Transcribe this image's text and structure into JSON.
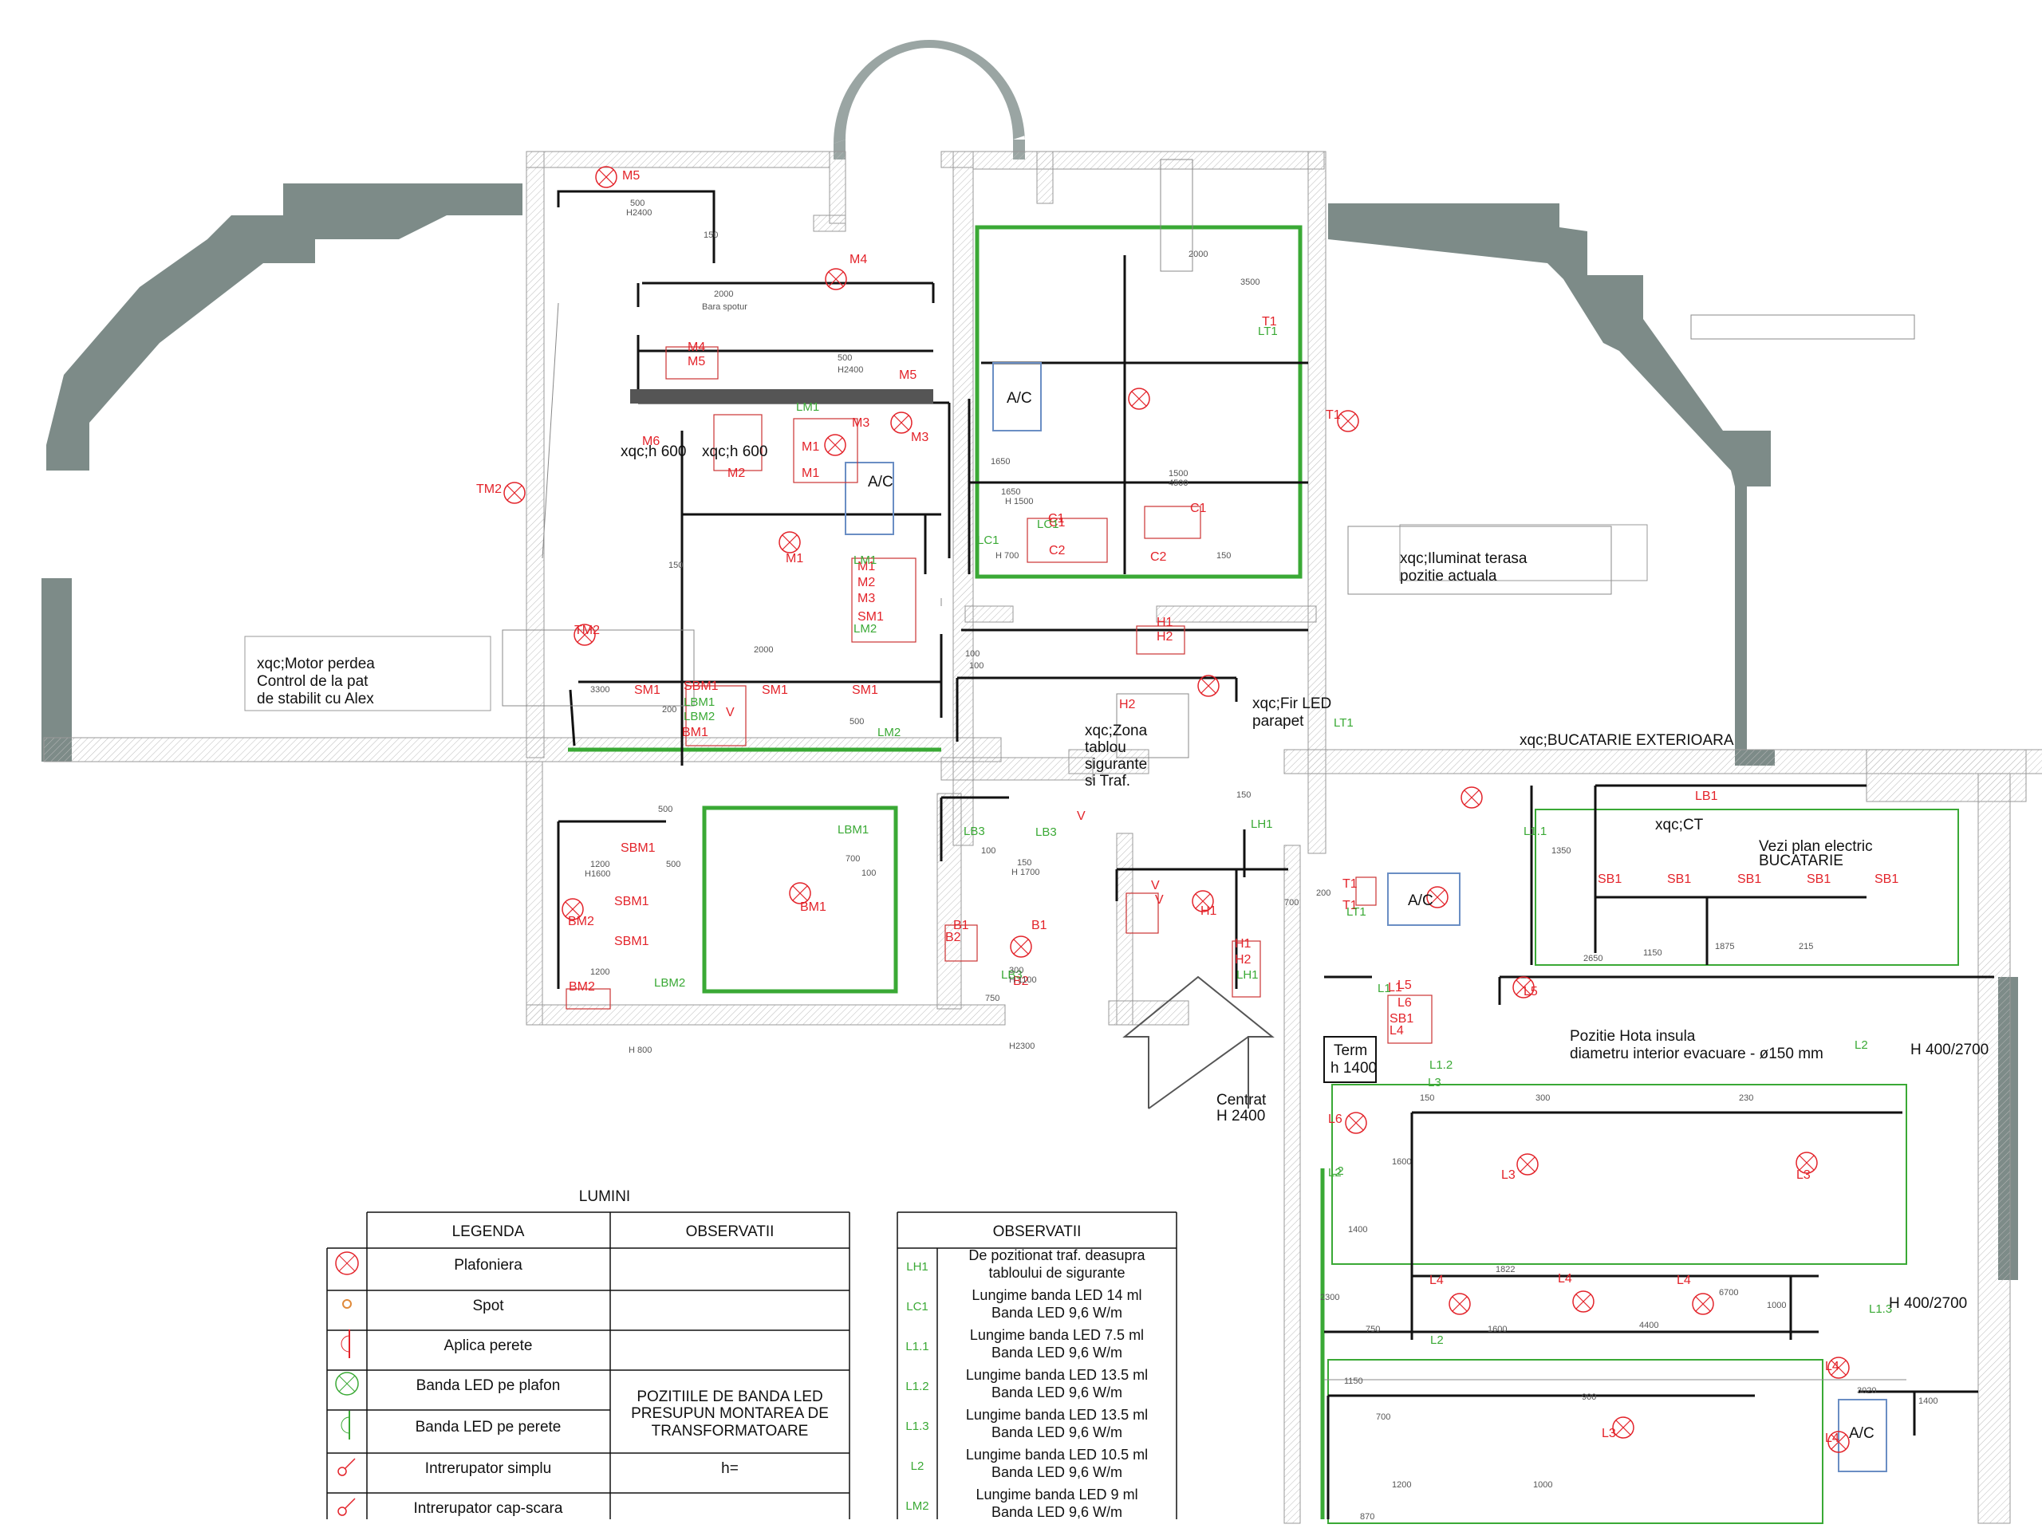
{
  "notes": {
    "motor": [
      "xqc;Motor perdea",
      "Control de la pat",
      "de stabilit cu Alex"
    ],
    "terasa": [
      "xqc;Iluminat terasa",
      "pozitie actuala"
    ],
    "zona_tablou": [
      "xqc;Zona",
      "tablou",
      "sigurante",
      "si Traf."
    ],
    "fir_led": [
      "xqc;Fir LED",
      "parapet"
    ],
    "bucatarie": "xqc;BUCATARIE EXTERIOARA",
    "ct": "xqc;CT",
    "vezi_plan": [
      "Vezi plan electric",
      "BUCATARIE"
    ],
    "hota": [
      "Pozitie Hota insula",
      "diametru interior evacuare - ø150 mm"
    ],
    "h600_a": "xqc;h 600",
    "h600_b": "xqc;h 600",
    "term": [
      "Term",
      "h 1400"
    ],
    "centrat": [
      "Centrat",
      "H 2400"
    ],
    "h400_a": "H 400/2700",
    "h400_b": "H 400/2700",
    "ac": "A/C",
    "bara": "Bara spotur"
  },
  "red_labels": [
    "M5",
    "M4",
    "M4",
    "M5",
    "M5",
    "M6",
    "M1",
    "M2",
    "M1",
    "M3",
    "M3",
    "M1",
    "M1",
    "M2",
    "M3",
    "SM1",
    "C1",
    "C1",
    "C2",
    "C1",
    "C2",
    "T1",
    "T1",
    "TM2",
    "TM2",
    "H1",
    "H2",
    "H2",
    "SM1",
    "SBM1",
    "SM1",
    "SM1",
    "BM1",
    "V",
    "SBM1",
    "SBM1",
    "SBM1",
    "BM2",
    "BM2",
    "BM1",
    "V",
    "V",
    "B1",
    "V",
    "B1",
    "B2",
    "B2",
    "H1",
    "H1",
    "H2",
    "T1",
    "T1",
    "LB1",
    "SB1",
    "SB1",
    "SB1",
    "SB1",
    "SB1",
    "L5",
    "L1",
    "L6",
    "SB1",
    "L4",
    "L5",
    "L6",
    "L3",
    "L3",
    "L4",
    "L4",
    "L4",
    "L4",
    "L3",
    "L4"
  ],
  "green_labels": [
    "LT1",
    "LM1",
    "LC1",
    "LC1",
    "LM1",
    "LM2",
    "LBM1",
    "LBM2",
    "LM2",
    "LBM1",
    "LB3",
    "LB3",
    "LBM2",
    "LB3",
    "LH1",
    "LT1",
    "L1.1",
    "LT1",
    "LH1",
    "L1",
    "L2",
    "L3",
    "L2",
    "L1.2",
    "L2",
    "L1.3",
    "L2"
  ],
  "legend": {
    "title": "LUMINI",
    "headers": [
      "LEGENDA",
      "OBSERVATII"
    ],
    "rows": [
      {
        "icon": "plafoniera-icon",
        "name": "Plafoniera",
        "obs": ""
      },
      {
        "icon": "spot-icon",
        "name": "Spot",
        "obs": ""
      },
      {
        "icon": "aplica-icon",
        "name": "Aplica perete",
        "obs": ""
      },
      {
        "icon": "led-plafon-icon",
        "name": "Banda LED pe plafon",
        "obs": "POZITIILE DE BANDA LED"
      },
      {
        "icon": "led-perete-icon",
        "name": "Banda LED pe perete",
        "obs": "PRESUPUN MONTAREA DE"
      },
      {
        "icon": "switch-icon",
        "name": "Intrerupator simplu",
        "obs": "h="
      },
      {
        "icon": "switch-stair-icon",
        "name": "Intrerupator cap-scara",
        "obs": ""
      }
    ],
    "obs_extra": "TRANSFORMATOARE"
  },
  "observatii": {
    "header": "OBSERVATII",
    "rows": [
      {
        "code": "LH1",
        "lines": [
          "De pozitionat  traf. deasupra",
          "tabloului de sigurante"
        ]
      },
      {
        "code": "LC1",
        "lines": [
          "Lungime banda LED 14 ml",
          "Banda LED 9,6 W/m"
        ]
      },
      {
        "code": "L1.1",
        "lines": [
          "Lungime banda LED 7.5 ml",
          "Banda LED 9,6 W/m"
        ]
      },
      {
        "code": "L1.2",
        "lines": [
          "Lungime banda LED 13.5 ml",
          "Banda LED 9,6 W/m"
        ]
      },
      {
        "code": "L1.3",
        "lines": [
          "Lungime banda LED 13.5 ml",
          "Banda LED 9,6 W/m"
        ]
      },
      {
        "code": "L2",
        "lines": [
          "Lungime banda LED 10.5 ml",
          "Banda LED 9,6 W/m"
        ]
      },
      {
        "code": "LM2",
        "lines": [
          "Lungime banda LED 9 ml",
          "Banda LED 9,6 W/m"
        ]
      }
    ]
  },
  "dims": [
    "500",
    "H2400",
    "150",
    "2000",
    "500",
    "H2400",
    "2000",
    "3500",
    "1500",
    "4500",
    "1650",
    "H 1500",
    "1650",
    "H 700",
    "150",
    "150",
    "150",
    "2000",
    "3300",
    "200",
    "500",
    "100",
    "100",
    "500",
    "1200",
    "H1600",
    "1200",
    "H 800",
    "500",
    "100",
    "700",
    "100",
    "150",
    "H 1700",
    "300",
    "H 1100",
    "200",
    "700",
    "150",
    "300",
    "230",
    "1600",
    "1400",
    "1822",
    "2300",
    "750",
    "1600",
    "4400",
    "6700",
    "1000",
    "1150",
    "700",
    "1200",
    "900",
    "1000",
    "3020",
    "1350",
    "2650",
    "1875",
    "215",
    "1400",
    "870",
    "750",
    "1150",
    "H2300"
  ],
  "colors": {
    "red": "#e3232a",
    "green": "#3aa935",
    "wall": "#7d8b88",
    "line": "#111111",
    "dim": "#555555",
    "blue": "#6a8ec4"
  }
}
